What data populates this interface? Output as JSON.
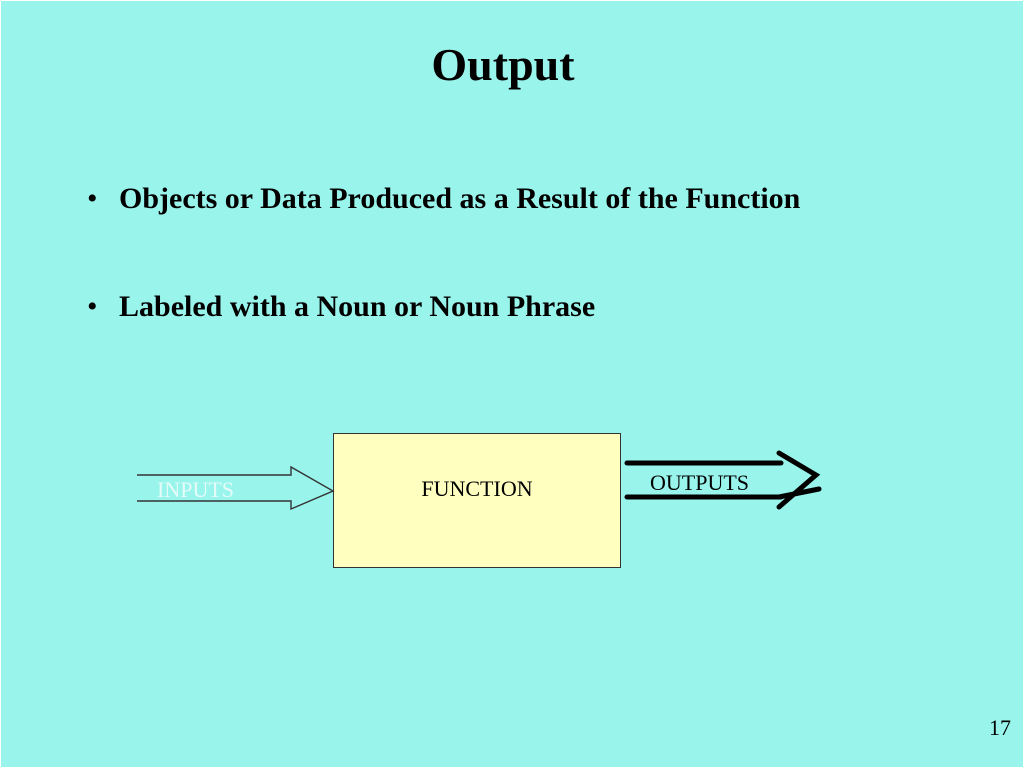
{
  "slide": {
    "title": "Output",
    "bullets": [
      "Objects or Data Produced as a Result of the Function",
      "Labeled with a Noun or Noun Phrase"
    ],
    "bullet_symbol": "•",
    "page_number": "17"
  },
  "diagram": {
    "function_label": "FUNCTION",
    "inputs_label": "INPUTS",
    "outputs_label": "OUTPUTS"
  },
  "colors": {
    "background": "#99f5ec",
    "function_box_fill": "#ffffc0",
    "text": "#000000",
    "inputs_text": "#e6fbf8"
  }
}
